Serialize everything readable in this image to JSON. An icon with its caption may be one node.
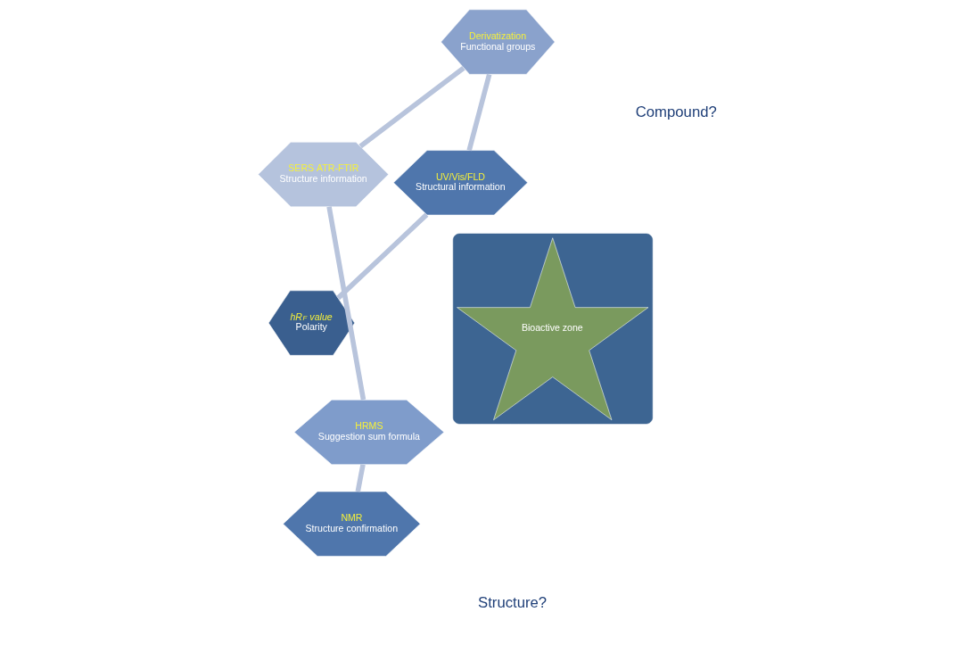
{
  "diagram": {
    "nodes": [
      {
        "text": [
          "hR$_{F}$ value",
          "Polarity"
        ]
      },
      {
        "text": [
          "NMR",
          "Structure confirmation"
        ]
      },
      {
        "text": [
          "UV/Vis/FLD",
          "Structural information"
        ]
      },
      {
        "text": [],
        "shape": "hexagon"
      },
      {
        "text": [
          "Bioactive zone"
        ],
        "in": 3
      },
      {
        "text": [
          "HRMS",
          "Suggestion sum formula"
        ]
      },
      {
        "text": [
          "Derivatization",
          "Functional groups"
        ]
      },
      {
        "text": [
          "SERS ATR-FTIR",
          "Structure information"
        ]
      }
    ],
    "edges": [
      {
        "from": 0,
        "to": 2,
        "arrow": "none"
      },
      {
        "from": 2,
        "to": 6,
        "arrow": "none"
      },
      {
        "from": 6,
        "to": 7,
        "arrow": "none"
      },
      {
        "from": 7,
        "to": 5,
        "arrow": "none"
      },
      {
        "from": 5,
        "to": 1,
        "arrow": "none"
      }
    ],
    "labels": [
      "Structure?",
      "Compound?"
    ]
  }
}
